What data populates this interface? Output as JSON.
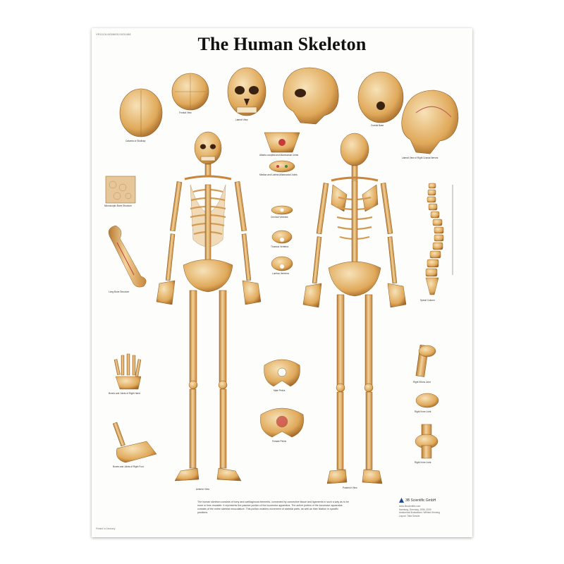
{
  "poster": {
    "code": "VR1113L/4006631/1001468",
    "title": "The Human Skeleton",
    "printed_in": "Printed in Germany",
    "description": "The human skeleton consists of bony and cartilaginous elements, connected by connective tissue and ligaments in such a way as to be more or less movable. It represents the passive portion of the locomotor apparatus. The active portion of the locomotor apparatus consists of the entire skeletal musculature. This portion enables movement of skeletal parts, as well as their fixation in specific positions.",
    "publisher": "3B Scientific GmbH",
    "publisher_info": [
      "www.3bscientific.com",
      "Hamburg, Germany, 1996, 2009",
      "Anatomical Illustrations: Wilfried Henning",
      "Layout: Tilda Schultz"
    ]
  },
  "views": {
    "skull_superior": "Calvaria or Skullcap",
    "skull_frontal": "Frontal View",
    "skull_lateral": "Lateral View",
    "skull_base": "Cranial Base",
    "skull_midsagittal": "Lateral View of Right Cranial Nerves",
    "atlanto_occipital": "Atlanto-occipital and Atlantoaxial Joints",
    "median_joints": "Median and Lateral Atlantoaxial Joints",
    "bone_microscopic": "Microscopic Bone Structure",
    "long_bone": "Long Bone Structure",
    "vertebra_cervical": "Cervical Vertebra",
    "vertebra_thoracic": "Thoracic Vertebra",
    "vertebra_lumbar": "Lumbar Vertebra",
    "anterior": "Anterior View",
    "posterior": "Posterior View",
    "spine": "Spinal Column",
    "hand": "Bones and Joints of Right Hand",
    "male_pelvis": "Male Pelvis",
    "female_pelvis": "Female Pelvis",
    "foot": "Bones and Joints of Right Foot",
    "elbow": "Right Elbow Joint",
    "knee_ant": "Right Knee Joint",
    "knee_post": "Right Knee Joint"
  },
  "colors": {
    "bone": "#e0a95a",
    "bone_shadow": "#b87a33",
    "bone_light": "#f3d39a",
    "title": "#111111"
  },
  "icons": [
    "3b-logo"
  ]
}
